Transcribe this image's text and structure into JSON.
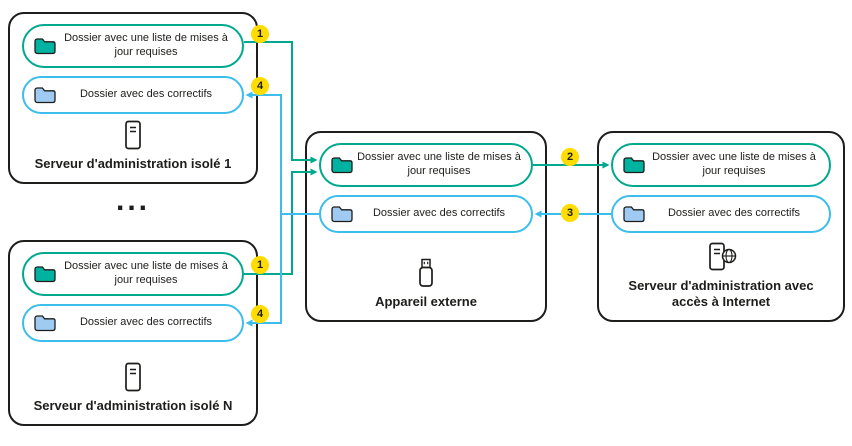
{
  "colors": {
    "teal": "#00A88E",
    "blue": "#3DBDEB",
    "folder-teal": "#00B3A0",
    "folder-blue": "#9FCBF2",
    "badge-yellow": "#FFDC00",
    "ink": "#1D1D1B"
  },
  "icons": {
    "isolated_server": "server-tower-icon",
    "external_device": "usb-drive-icon",
    "internet_server": "server-globe-icon",
    "updates_folder": "folder-teal-icon",
    "patches_folder": "folder-blue-icon"
  },
  "nodes": {
    "isolated1": {
      "title": "Serveur d'administration isolé 1",
      "updates_folder": "Dossier avec une liste de mises à jour requises",
      "patches_folder": "Dossier avec des correctifs"
    },
    "isolatedN": {
      "title": "Serveur d'administration isolé N",
      "updates_folder": "Dossier avec une liste de mises à jour requises",
      "patches_folder": "Dossier avec des correctifs"
    },
    "external": {
      "title": "Appareil externe",
      "updates_folder": "Dossier avec une liste de mises à jour requises",
      "patches_folder": "Dossier avec des correctifs"
    },
    "internet": {
      "title": "Serveur d'administration avec accès à Internet",
      "updates_folder": "Dossier avec une liste de mises à jour requises",
      "patches_folder": "Dossier avec des correctifs"
    },
    "ellipsis": "..."
  },
  "steps": {
    "s1": "1",
    "s2": "2",
    "s3": "3",
    "s4": "4"
  }
}
